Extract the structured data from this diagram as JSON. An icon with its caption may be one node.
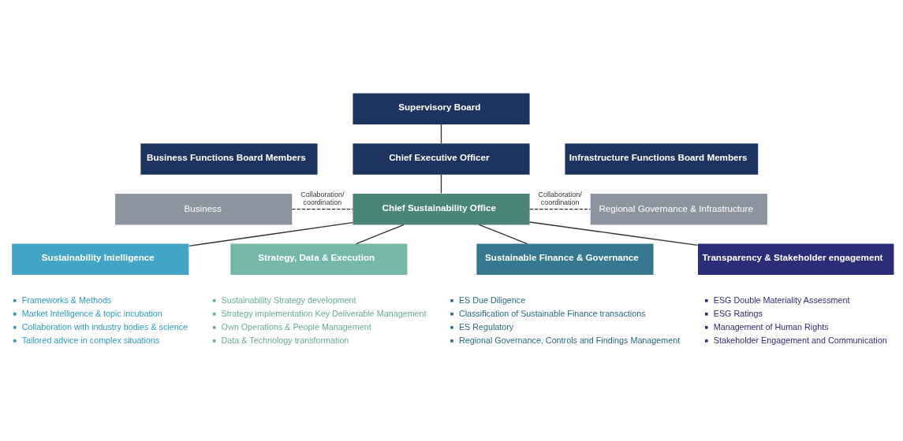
{
  "diagram": {
    "nodes": [
      {
        "text": [
          "Supervisory Board"
        ]
      },
      {
        "text": [
          "Business Functions Board Members"
        ]
      },
      {
        "text": [
          "Chief Executive Officer"
        ]
      },
      {
        "text": [
          "Infrastructure Functions Board Members"
        ]
      },
      {
        "text": [
          "Business"
        ]
      },
      {
        "text": [
          "Chief Sustainability Office"
        ]
      },
      {
        "text": [
          "Regional Governance & Infrastructure"
        ]
      },
      {
        "text": [
          "Sustainability Intelligence"
        ],
        "beside": [
          "Frameworks & Methods",
          "Market Intelligence & topic incubation",
          "Collaboration with industry bodies & science",
          "Tailored advice in complex situations"
        ]
      },
      {
        "text": [
          "Strategy, Data & Execution"
        ],
        "beside": [
          "Sustainability Strategy development",
          "Strategy implementation Key Deliverable Management",
          "Own Operations & People Management",
          "Data & Technology transformation"
        ]
      },
      {
        "text": [
          "Sustainable Finance & Governance"
        ],
        "beside": [
          "ES Due Diligence",
          "Classification of Sustainable Finance transactions",
          "ES Regulatory",
          "Regional Governance, Controls and Findings Management"
        ]
      },
      {
        "text": [
          "Transparency & Stakeholder engagement"
        ],
        "beside": [
          "ESG Double Materiality Assessment",
          "ESG Ratings",
          "Management of Human Rights",
          "Stakeholder Engagement and Communication"
        ]
      }
    ],
    "edges": [
      {
        "from": 0,
        "to": 2,
        "arrow": "none"
      },
      {
        "from": 2,
        "to": 5,
        "arrow": "none"
      },
      {
        "from": 4,
        "to": 5,
        "arrow": "none",
        "style": "dashed",
        "label": "Collaboration/ coordination"
      },
      {
        "from": 5,
        "to": 6,
        "arrow": "none",
        "style": "dashed",
        "label": "Collaboration/ coordination"
      },
      {
        "from": 5,
        "to": 7,
        "arrow": "none"
      },
      {
        "from": 5,
        "to": 8,
        "arrow": "none"
      },
      {
        "from": 5,
        "to": 9,
        "arrow": "none"
      },
      {
        "from": 5,
        "to": 10,
        "arrow": "none"
      }
    ]
  }
}
